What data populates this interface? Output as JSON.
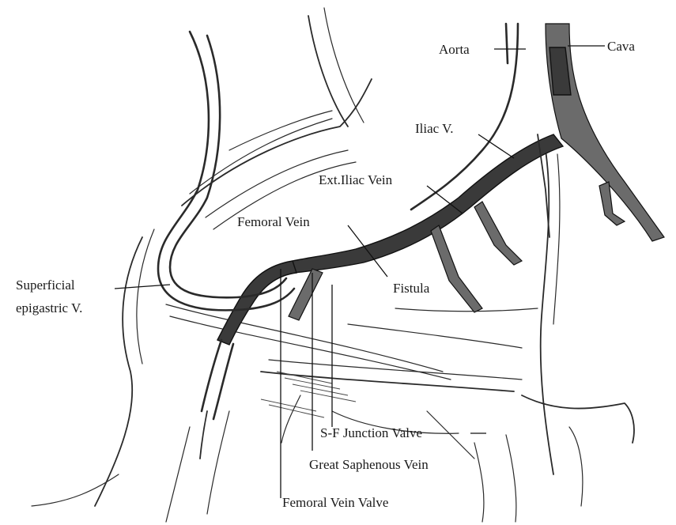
{
  "labels": {
    "aorta": "Aorta",
    "cava": "Cava",
    "iliac_v": "Iliac V.",
    "ext_iliac_vein": "Ext.Iliac Vein",
    "femoral_vein": "Femoral Vein",
    "fistula": "Fistula",
    "superficial_line1": "Superficial",
    "superficial_line2": "epigastric V.",
    "sf_junction_valve": "S-F Junction Valve",
    "great_saphenous_vein": "Great Saphenous Vein",
    "femoral_vein_valve": "Femoral Vein Valve"
  }
}
